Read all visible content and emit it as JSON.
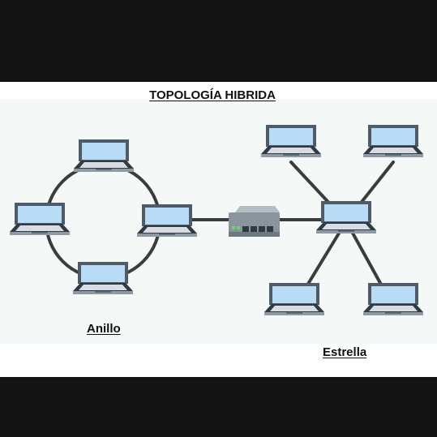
{
  "title": "TOPOLOGÍA HIBRIDA",
  "ring": {
    "label": "Anillo",
    "nodes": [
      "laptop",
      "laptop",
      "laptop",
      "laptop"
    ]
  },
  "star": {
    "label": "Estrella",
    "nodes": [
      "laptop",
      "laptop",
      "laptop",
      "laptop",
      "laptop"
    ]
  },
  "hub": {
    "ports": 4
  },
  "colors": {
    "background": "#141414",
    "panel": "#ffffff",
    "cable": "#3c3c3c",
    "screen": "#b8dcf5",
    "screen_frame": "#4f5b66",
    "keyboard_base": "#d7dde3",
    "hub_body": "#8a949c",
    "hub_led": "#6fd26f"
  }
}
